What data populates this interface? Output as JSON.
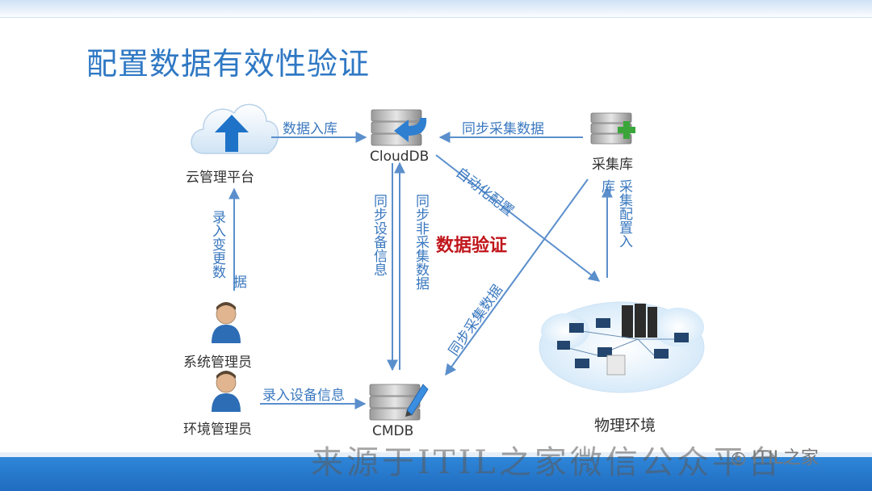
{
  "slide": {
    "title": "配置数据有效性验证"
  },
  "nodes": {
    "cloud_platform": "云管理平台",
    "clouddb": "CloudDB",
    "collector_db": "采集库",
    "sys_admin": "系统管理员",
    "env_admin": "环境管理员",
    "cmdb": "CMDB",
    "physical_env": "物理环境"
  },
  "edges": {
    "data_import": "数据入库",
    "sync_collected": "同步采集数据",
    "enter_change": "录入变更数",
    "enter_change_tail": "据",
    "sync_device_info": "同步设备信息",
    "sync_noncollected": "同步非采集数据",
    "auto_config": "自动化配置",
    "collect_config": "采集配置入",
    "collect_config_tail": "库",
    "sync_collected_diag": "同步采集数据",
    "enter_device_info": "录入设备信息"
  },
  "center_label": "数据验证",
  "colors": {
    "title": "#2f78c4",
    "arrow": "#5b8fcc",
    "label_blue": "#3a78bf",
    "center_red": "#c0161c",
    "footer_blue": "#2a7bcf"
  },
  "icons": {
    "cloud": "cloud-upload-icon",
    "clouddb": "database-arrow-icon",
    "collector": "database-plus-icon",
    "cmdb": "database-pencil-icon",
    "person": "person-icon",
    "network": "network-cloud-icon"
  },
  "watermark": {
    "text": "来源于ITIL之家微信公众平台",
    "wechat": "ITIL之家"
  }
}
